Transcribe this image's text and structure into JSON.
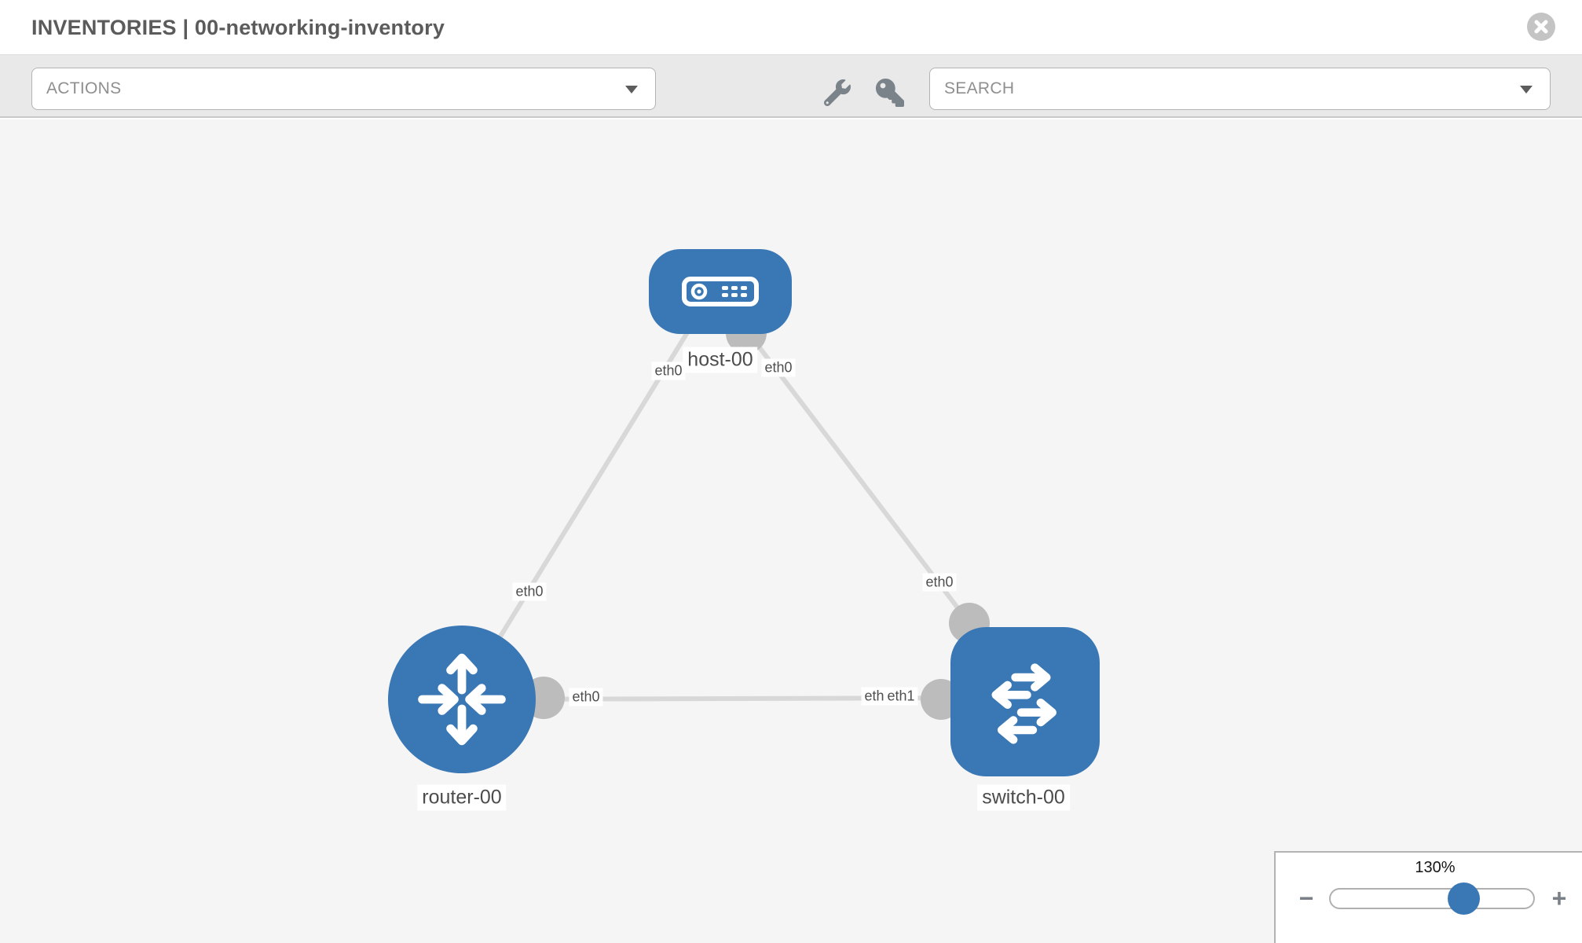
{
  "header": {
    "title": "INVENTORIES | 00-networking-inventory"
  },
  "toolbar": {
    "actions_label": "ACTIONS",
    "search_label": "SEARCH",
    "icons": [
      "wrench-icon",
      "key-icon"
    ]
  },
  "topology": {
    "nodes": [
      {
        "label": "host-00",
        "type": "host"
      },
      {
        "label": "router-00",
        "type": "router"
      },
      {
        "label": "switch-00",
        "type": "switch"
      }
    ],
    "links": [
      {
        "from": "host-00",
        "from_if": "eth0",
        "to": "router-00",
        "to_if": "eth0"
      },
      {
        "from": "host-00",
        "from_if": "eth0",
        "to": "switch-00",
        "to_if": "eth0"
      },
      {
        "from": "router-00",
        "from_if": "eth0",
        "to": "switch-00",
        "to_if": "eth1"
      }
    ],
    "if_labels": {
      "host_left": "eth0",
      "host_right": "eth0",
      "link_host_router": "eth0",
      "link_host_switch": "eth0",
      "router_right": "eth0",
      "switch_left_under": "eth0",
      "switch_left_over": "eth1"
    }
  },
  "zoom_control": {
    "level": "130%",
    "minus_label": "−",
    "plus_label": "+"
  },
  "colors": {
    "node_blue": "#3a77b5",
    "link_gray": "#d8d8d8",
    "interface_gray": "#bcbcbc",
    "canvas_bg": "#f5f5f6",
    "toolbar_bg": "#e9e9e9"
  }
}
